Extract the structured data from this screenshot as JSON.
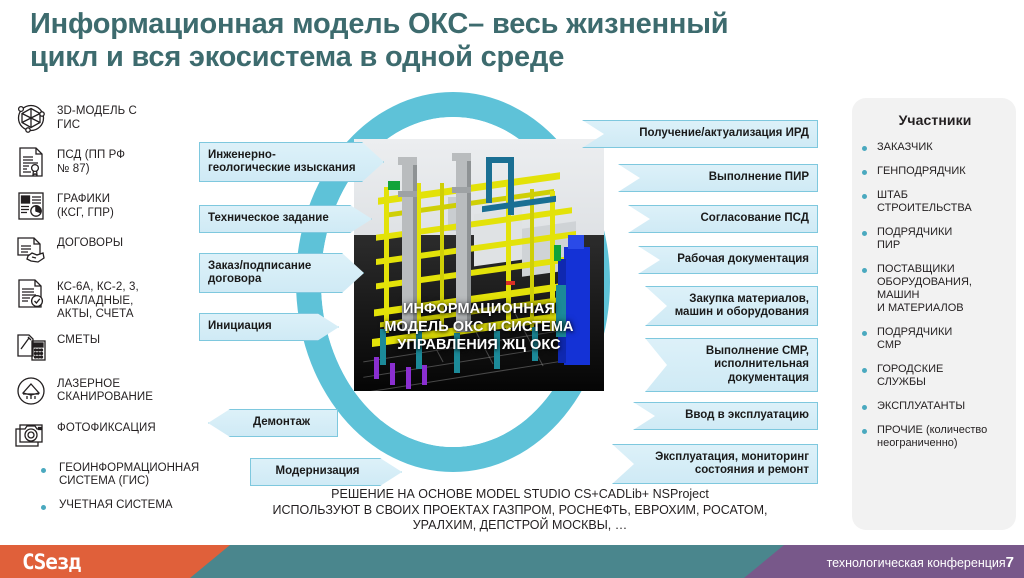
{
  "title": "Информационная модель ОКС– весь жизненный цикл и вся экосистема в одной среде",
  "colors": {
    "title": "#3d6b6e",
    "ring": "#5ec2d8",
    "chevron_fill": "#d9f0f8",
    "chevron_border": "#7ec8de",
    "panel_bg": "#f2f2f2",
    "bullet": "#4aa9bf",
    "footer_mid": "#4a868d",
    "footer_left": "#e0603a",
    "footer_right": "#78588a"
  },
  "left_documents": [
    {
      "icon": "3d-cube-gis-icon",
      "label": "3D-МОДЕЛЬ С\nГИС"
    },
    {
      "icon": "certificate-doc-icon",
      "label": "ПСД (ПП РФ\n№ 87)"
    },
    {
      "icon": "chart-doc-icon",
      "label": "ГРАФИКИ\n(КСГ, ГПР)"
    },
    {
      "icon": "handshake-doc-icon",
      "label": "ДОГОВОРЫ"
    },
    {
      "icon": "checked-doc-icon",
      "label": "КС-6А, КС-2, 3,\nНАКЛАДНЫЕ,\nАКТЫ, СЧЕТА"
    },
    {
      "icon": "calculator-doc-icon",
      "label": "СМЕТЫ"
    },
    {
      "icon": "laser-scan-icon",
      "label": "ЛАЗЕРНОЕ\nСКАНИРОВАНИЕ"
    },
    {
      "icon": "camera-icon",
      "label": "ФОТОФИКСАЦИЯ"
    }
  ],
  "left_bullets": [
    "ГЕОИНФОРМАЦИОННАЯ\nСИСТЕМА (ГИС)",
    "УЧЕТНАЯ СИСТЕМА"
  ],
  "lifecycle_left": [
    {
      "label": "Инженерно-геологические изыскания",
      "direction": "right"
    },
    {
      "label": "Техническое задание",
      "direction": "right"
    },
    {
      "label": "Заказ/подписание договора",
      "direction": "right"
    },
    {
      "label": "Инициация",
      "direction": "right"
    },
    {
      "label": "Демонтаж",
      "direction": "left"
    },
    {
      "label": "Модернизация",
      "direction": "right"
    }
  ],
  "lifecycle_right": [
    {
      "label": "Получение/актуализация ИРД",
      "direction": "notch-left"
    },
    {
      "label": "Выполнение ПИР",
      "direction": "notch-left"
    },
    {
      "label": "Согласование ПСД",
      "direction": "notch-left"
    },
    {
      "label": "Рабочая документация",
      "direction": "notch-left"
    },
    {
      "label": "Закупка материалов, машин и оборудования",
      "direction": "notch-left"
    },
    {
      "label": "Выполнение СМР, исполнительная документация",
      "direction": "notch-left"
    },
    {
      "label": "Ввод в эксплуатацию",
      "direction": "notch-left"
    },
    {
      "label": "Эксплуатация, мониторинг состояния и ремонт",
      "direction": "notch-left"
    }
  ],
  "center": {
    "caption": "ИНФОРМАЦИОННАЯ\nМОДЕЛЬ ОКС и СИСТЕМА\nУПРАВЛЕНИЯ ЖЦ ОКС"
  },
  "bottom_note": "РЕШЕНИЕ НА ОСНОВЕ MODEL STUDIO CS+CADLib+ NSProject\nИСПОЛЬЗУЮТ В СВОИХ ПРОЕКТАХ ГАЗПРОМ, РОСНЕФТЬ, ЕВРОХИМ, РОСАТОМ,\nУРАЛХИМ, ДЕПСТРОЙ МОСКВЫ, …",
  "participants": {
    "heading": "Участники",
    "items": [
      "ЗАКАЗЧИК",
      "ГЕНПОДРЯДЧИК",
      "ШТАБ\nСТРОИТЕЛЬСТВА",
      "ПОДРЯДЧИКИ\nПИР",
      "ПОСТАВЩИКИ\nОБОРУДОВАНИЯ,\nМАШИН\nИ МАТЕРИАЛОВ",
      "ПОДРЯДЧИКИ\nСМР",
      "ГОРОДСКИЕ\nСЛУЖБЫ",
      "ЭКСПЛУАТАНТЫ",
      "ПРОЧИЕ (количество\nнеограниченно)"
    ]
  },
  "footer": {
    "logo": "CSезд",
    "right_text": "технологическая конференция",
    "page_number": "7"
  }
}
